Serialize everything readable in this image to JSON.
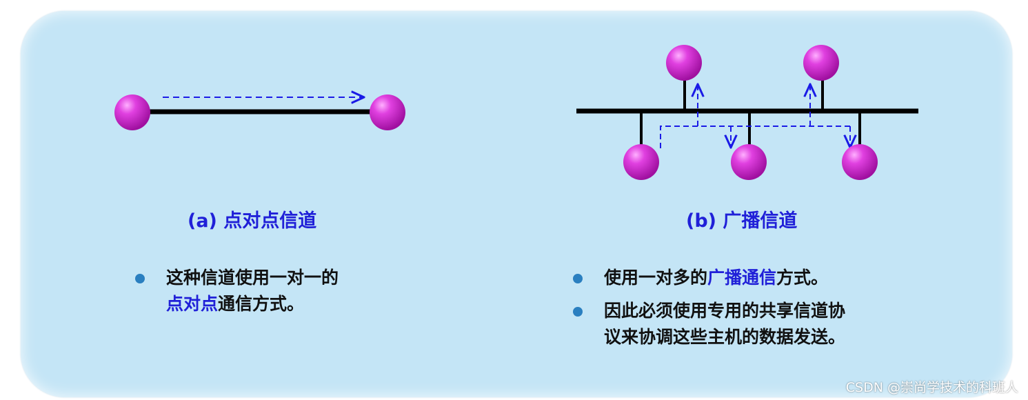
{
  "left": {
    "caption": "(a) 点对点信道",
    "bullet": {
      "line1": "这种信道使用一对一的",
      "line2_highlight": "点对点",
      "line2_rest": "通信方式。"
    }
  },
  "right": {
    "caption": "(b) 广播信道",
    "bullet1": {
      "before": "使用一对多的",
      "highlight": "广播通信",
      "after": "方式。"
    },
    "bullet2": {
      "line1": "因此必须使用专用的共享信道协",
      "line2": "议来协调这些主机的数据发送。"
    }
  },
  "watermark": "CSDN @崇尚学技术的科班人",
  "colors": {
    "panel": "#c4e5f6",
    "node": "#cc22cc",
    "wire": "#000000",
    "arrow": "#1a1ae6",
    "highlight_text": "#2020d8",
    "bullet": "#2a7fc0"
  }
}
